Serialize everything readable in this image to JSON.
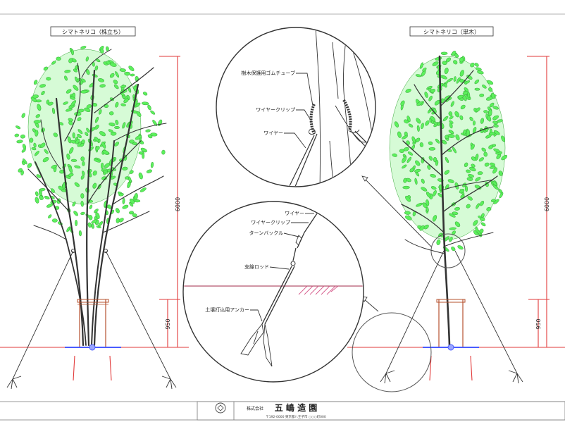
{
  "left_tree": {
    "title": "シマトネリコ（株立ち）",
    "height_total": "6000",
    "height_support": "950"
  },
  "right_tree": {
    "title": "シマトネリコ（単木）",
    "height_total": "6000",
    "height_support": "950"
  },
  "detail_top": {
    "labels": [
      "樹木保護用ゴムチューブ",
      "ワイヤークリップ",
      "ワイヤー"
    ]
  },
  "detail_bottom": {
    "labels": [
      "ワイヤー",
      "ワイヤークリップ",
      "ターンバックル",
      "支線ロッド",
      "土壌打込用アンカー"
    ]
  },
  "title_block": {
    "company_prefix": "株式会社",
    "company_name": "五 嶋 造 園",
    "address": "〒192-0000 東京都八王子市 ○○○町000"
  },
  "colors": {
    "leaf": "#5cf05c",
    "dimension": "#e23a3a",
    "ground_cross": "#d65a8a",
    "base_blue": "#4a5cff"
  }
}
